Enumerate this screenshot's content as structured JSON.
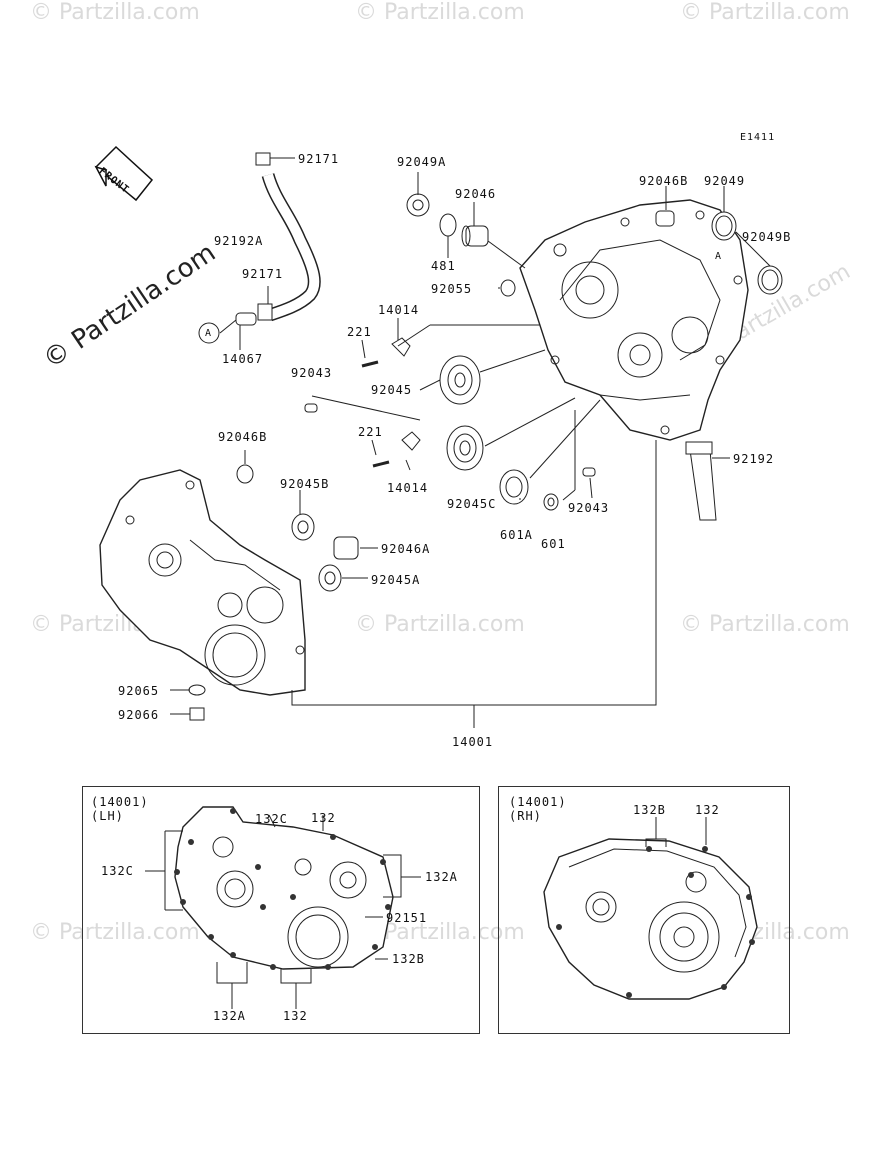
{
  "watermark_text": "© Partzilla.com",
  "diagram_code": "E1411",
  "front_label": "FRONT",
  "ref_a": "A",
  "labels": {
    "p92171_top": "92171",
    "p92192A": "92192A",
    "p92171_mid": "92171",
    "p14067": "14067",
    "p92049A": "92049A",
    "p92046": "92046",
    "p481": "481",
    "p92055": "92055",
    "p14014_top": "14014",
    "p221_top": "221",
    "p92045": "92045",
    "p92043_left": "92043",
    "p221_bot": "221",
    "p14014_bot": "14014",
    "p92045C": "92045C",
    "p601A": "601A",
    "p601": "601",
    "p92043_right": "92043",
    "p92046B_top": "92046B",
    "p92049": "92049",
    "p92049B": "92049B",
    "p92192": "92192",
    "p92046B_left": "92046B",
    "p92045B": "92045B",
    "p92046A": "92046A",
    "p92045A": "92045A",
    "p92065": "92065",
    "p92066": "92066",
    "p14001": "14001"
  },
  "inset_lh": {
    "title": "(14001)\n(LH)",
    "labels": {
      "l132C_top": "132C",
      "l132_top": "132",
      "l132C_left": "132C",
      "l132A_right": "132A",
      "l92151": "92151",
      "l132B": "132B",
      "l132A_bot": "132A",
      "l132_bot": "132"
    }
  },
  "inset_rh": {
    "title": "(14001)\n(RH)",
    "labels": {
      "r132B": "132B",
      "r132": "132"
    }
  }
}
